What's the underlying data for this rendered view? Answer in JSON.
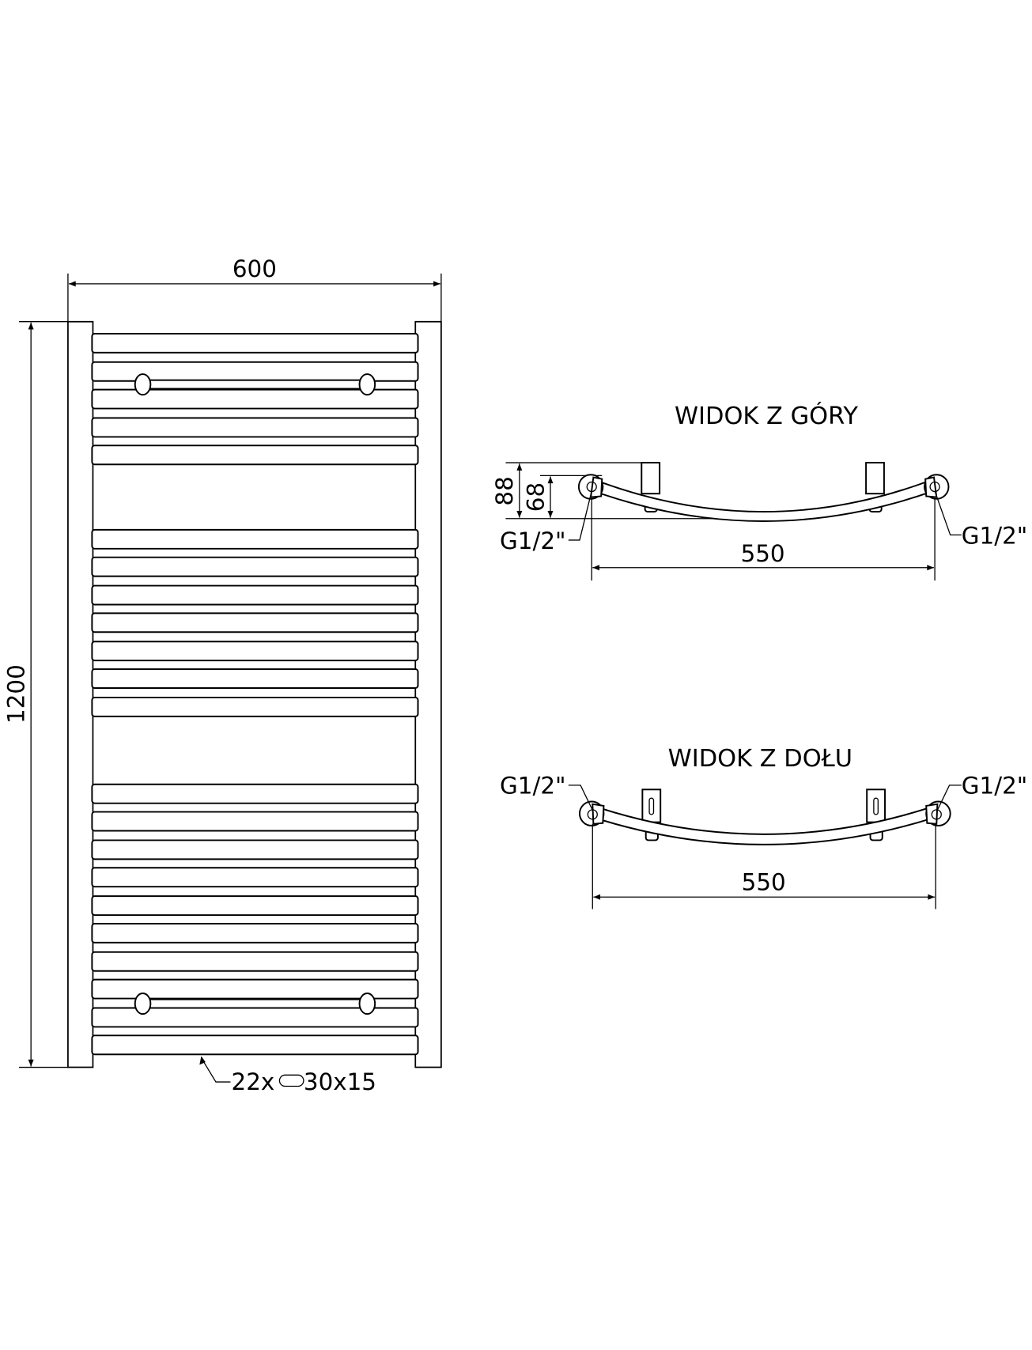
{
  "front_view": {
    "width_dim": "600",
    "height_dim": "1200",
    "bar_count_label": "22x",
    "bar_profile_icon": "oval-profile-icon",
    "bar_size_label": "30x15"
  },
  "top_view": {
    "title": "WIDOK Z GÓRY",
    "depth_outer_dim": "88",
    "depth_inner_dim": "68",
    "thread_left": "G1/2\"",
    "thread_right": "G1/2\"",
    "spacing_dim": "550"
  },
  "bottom_view": {
    "title": "WIDOK Z DOŁU",
    "thread_left": "G1/2\"",
    "thread_right": "G1/2\"",
    "spacing_dim": "550"
  },
  "colors": {
    "line": "#000000",
    "background": "#ffffff"
  }
}
